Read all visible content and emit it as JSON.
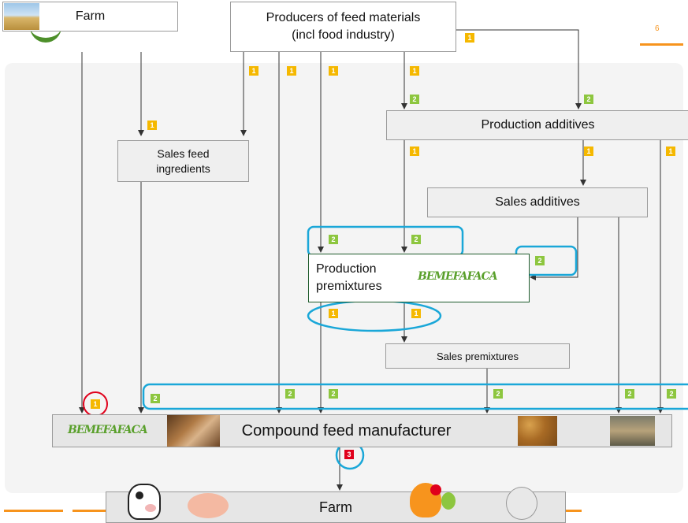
{
  "page_number": "6",
  "colors": {
    "badge_1": "#f5b800",
    "badge_2": "#8dc63f",
    "badge_3": "#e0001b",
    "highlight_blue": "#1aa7d8",
    "highlight_red": "#e0001b",
    "premix_border": "#1e5b2c",
    "accent_orange": "#f7941d"
  },
  "nodes": {
    "farm_top": "Farm",
    "producers_line1": "Producers of feed materials",
    "producers_line2": "(incl food industry)",
    "production_additives": "Production additives",
    "sales_feed_line1": "Sales feed",
    "sales_feed_line2": "ingredients",
    "sales_additives": "Sales additives",
    "production_premix_line1": "Production",
    "production_premix_line2": "premixtures",
    "sales_premixtures": "Sales premixtures",
    "compound_feed": "Compound feed manufacturer",
    "farm_bottom": "Farm"
  },
  "logo_text": "BEMEFAFACA",
  "badges": {
    "one": "1",
    "two": "2",
    "three": "3"
  }
}
